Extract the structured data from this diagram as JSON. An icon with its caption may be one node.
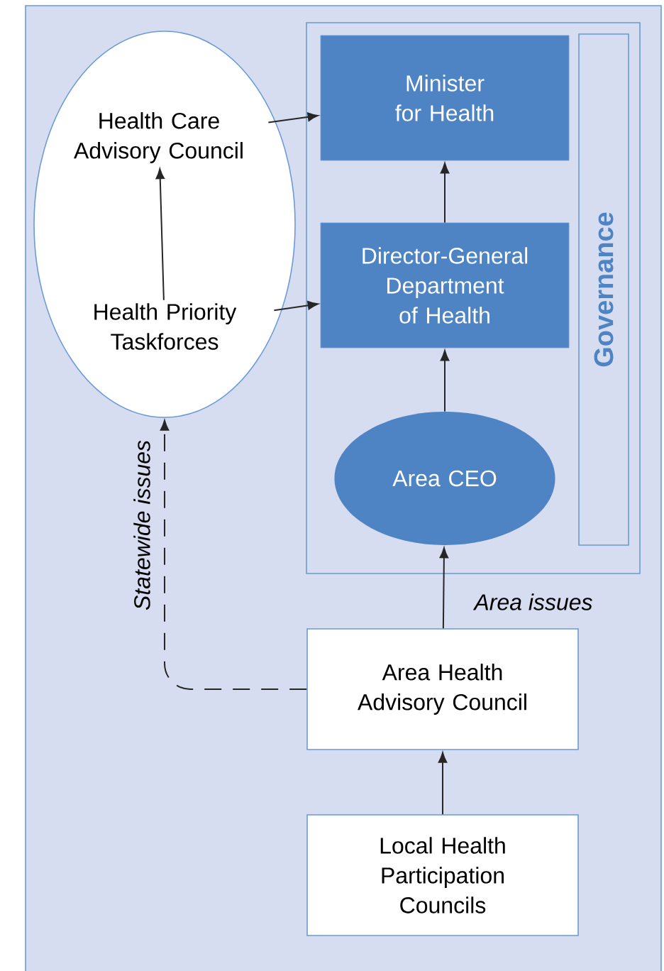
{
  "diagram": {
    "nodes": [
      {
        "text": [],
        "shape": "ellipse"
      },
      {
        "text": [
          "Health Care Advisory Council"
        ],
        "in": 0
      },
      {
        "text": [
          "Health Priority Taskforces"
        ],
        "in": 0
      },
      {
        "text": [],
        "shape": "box"
      },
      {
        "text": [
          "Minister for Health"
        ],
        "in": 3
      },
      {
        "text": [
          "Director-General Department of Health"
        ],
        "in": 3
      },
      {
        "text": [
          "Governance"
        ],
        "in": 3
      },
      {
        "text": [
          "Area CEO"
        ],
        "in": 3
      },
      {
        "text": [
          "Area Health Advisory Council"
        ]
      },
      {
        "text": [
          "Local Health Participation Councils"
        ]
      }
    ],
    "edges": [
      {
        "from": 2,
        "to": 1,
        "arrow": "to"
      },
      {
        "from": 1,
        "to": 4,
        "arrow": "to"
      },
      {
        "from": 2,
        "to": 5,
        "arrow": "to"
      },
      {
        "from": 5,
        "to": 4,
        "arrow": "to"
      },
      {
        "from": 7,
        "to": 5,
        "arrow": "to"
      },
      {
        "from": 8,
        "to": 7,
        "arrow": "to",
        "label": "Area issues"
      },
      {
        "from": 8,
        "to": 0,
        "arrow": "to",
        "label": "Statewide issues",
        "style": "dashed"
      },
      {
        "from": 9,
        "to": 8,
        "arrow": "to"
      }
    ]
  }
}
